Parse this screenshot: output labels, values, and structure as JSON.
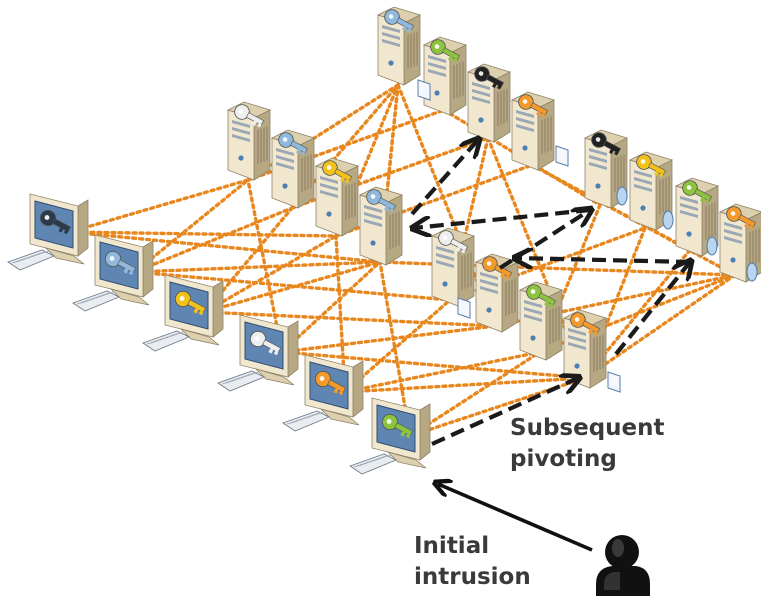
{
  "labels": {
    "subsequent_line1": "Subsequent",
    "subsequent_line2": "pivoting",
    "initial_line1": "Initial",
    "initial_line2": "intrusion"
  },
  "colors": {
    "background": "#ffffff",
    "dotted_link": "#e8871e",
    "pivot_arrow": "#1a1a1a",
    "intrusion_arrow": "#111111",
    "case_light": "#f1e7cf",
    "case_mid": "#ddd0af",
    "case_dark": "#b7a884",
    "screen": "#5f86b3",
    "key_white": "#eeeeee",
    "key_light_blue": "#8fb8dc",
    "key_green": "#8dc43f",
    "key_black": "#222222",
    "key_orange": "#f39a2c",
    "key_yellow": "#f2c21b",
    "key_dark": "#2b3a4a",
    "label_text": "#3a3a3a"
  },
  "icons": {
    "server": "server-icon",
    "workstation": "workstation-icon",
    "key": "key-icon",
    "attacker": "attacker-person-icon"
  },
  "servers": [
    {
      "id": "s1",
      "key": "key_light_blue"
    },
    {
      "id": "s2",
      "key": "key_green"
    },
    {
      "id": "s3",
      "key": "key_black"
    },
    {
      "id": "s4",
      "key": "key_orange"
    },
    {
      "id": "s5",
      "key": "key_white"
    },
    {
      "id": "s6",
      "key": "key_light_blue"
    },
    {
      "id": "s7",
      "key": "key_yellow"
    },
    {
      "id": "s8",
      "key": "key_light_blue"
    },
    {
      "id": "s9",
      "key": "key_black"
    },
    {
      "id": "s10",
      "key": "key_yellow"
    },
    {
      "id": "s11",
      "key": "key_green"
    },
    {
      "id": "s12",
      "key": "key_orange"
    },
    {
      "id": "s13",
      "key": "key_white"
    },
    {
      "id": "s14",
      "key": "key_orange"
    },
    {
      "id": "s15",
      "key": "key_green"
    },
    {
      "id": "s16",
      "key": "key_orange"
    }
  ],
  "workstations": [
    {
      "id": "w1",
      "key": "key_dark"
    },
    {
      "id": "w2",
      "key": "key_light_blue"
    },
    {
      "id": "w3",
      "key": "key_yellow"
    },
    {
      "id": "w4",
      "key": "key_white"
    },
    {
      "id": "w5",
      "key": "key_orange"
    },
    {
      "id": "w6",
      "key": "key_green"
    }
  ]
}
